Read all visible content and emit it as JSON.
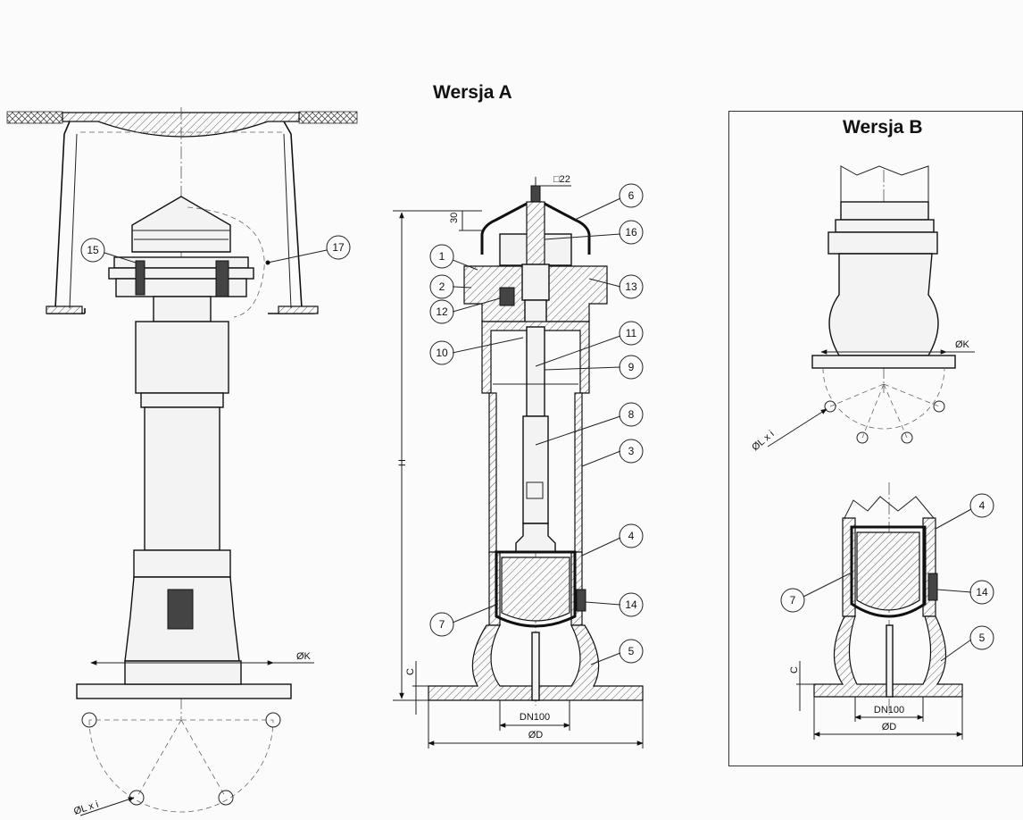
{
  "titles": {
    "version_a": "Wersja A",
    "version_b": "Wersja B"
  },
  "callouts": {
    "left_view": [
      "15",
      "17"
    ],
    "section_a": [
      "6",
      "16",
      "1",
      "13",
      "2",
      "12",
      "10",
      "11",
      "9",
      "8",
      "3",
      "4",
      "14",
      "7",
      "5"
    ],
    "version_b": [
      "4",
      "7",
      "14",
      "5"
    ]
  },
  "dimensions": {
    "left_view": {
      "flange_k": "ØK",
      "bolts": "ØL x i"
    },
    "section_a": {
      "square": "□22",
      "cap": "30",
      "height": "H",
      "flange_c": "C",
      "bore": "DN100",
      "flange_d": "ØD"
    },
    "version_b_top": {
      "flange_k": "ØK",
      "bolts": "ØL x i"
    },
    "version_b_bottom": {
      "flange_c": "C",
      "bore": "DN100",
      "flange_d": "ØD"
    }
  }
}
